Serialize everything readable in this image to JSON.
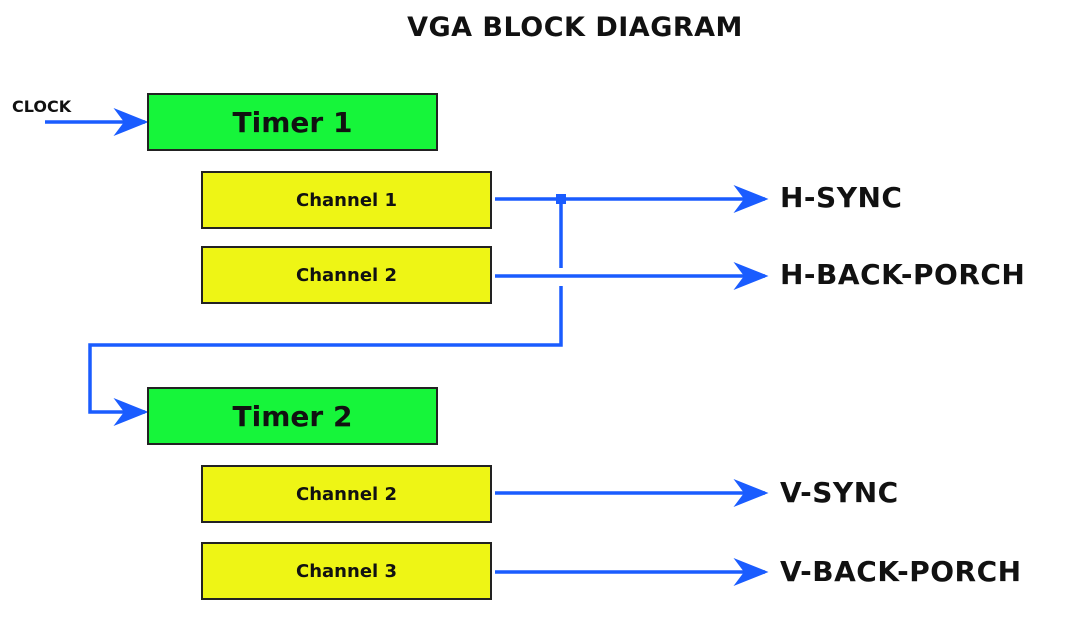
{
  "title": "VGA BLOCK DIAGRAM",
  "clock_label": "CLOCK",
  "timers": [
    {
      "label": "Timer 1"
    },
    {
      "label": "Timer 2"
    }
  ],
  "channels": [
    {
      "label": "Channel 1",
      "output": "H-SYNC"
    },
    {
      "label": "Channel 2",
      "output": "H-BACK-PORCH"
    },
    {
      "label": "Channel 2",
      "output": "V-SYNC"
    },
    {
      "label": "Channel 3",
      "output": "V-BACK-PORCH"
    }
  ],
  "colors": {
    "timer_fill": "#16f53a",
    "channel_fill": "#eef515",
    "arrow": "#1a5cff"
  }
}
